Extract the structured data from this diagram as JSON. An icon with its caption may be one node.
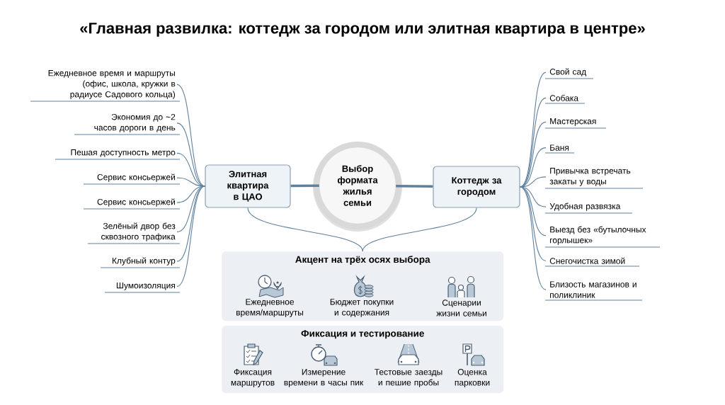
{
  "diagram": {
    "title": "«Главная развилка: коттедж за городом или элитная квартира в центре»",
    "nodes": [
      {
        "text": [
          "Выбор формата жилья семьи"
        ]
      },
      {
        "text": [
          "Элитная квартира в ЦАО"
        ]
      },
      {
        "text": [
          "Коттедж за городом"
        ]
      },
      {
        "text": [
          "Ежедневное время и маршруты (офис, школа, кружки в радиусе Садового кольца)"
        ]
      },
      {
        "text": [
          "Экономия до ~2 часов дороги в день"
        ]
      },
      {
        "text": [
          "Пешая доступность метро"
        ]
      },
      {
        "text": [
          "Сервис консьержей"
        ]
      },
      {
        "text": [
          "Сервис консьержей"
        ]
      },
      {
        "text": [
          "Зелёный двор без сквозного трафика"
        ]
      },
      {
        "text": [
          "Клубный контур"
        ]
      },
      {
        "text": [
          "Шумоизоляция"
        ]
      },
      {
        "text": [
          "Свой сад"
        ]
      },
      {
        "text": [
          "Собака"
        ]
      },
      {
        "text": [
          "Мастерская"
        ]
      },
      {
        "text": [
          "Баня"
        ]
      },
      {
        "text": [
          "Привычка встречать закаты у воды"
        ]
      },
      {
        "text": [
          "Удобная развязка"
        ]
      },
      {
        "text": [
          "Выезд без «бутылочных горлышек»"
        ]
      },
      {
        "text": [
          "Снегочистка зимой"
        ]
      },
      {
        "text": [
          "Близость магазинов и поликлиник"
        ]
      },
      {
        "text": [
          "Акцент на трёх осях выбора"
        ]
      },
      {
        "text": [
          "Фиксация и тестирование"
        ]
      }
    ],
    "edges": [
      {
        "from": 1,
        "to": 0,
        "arrow": "none",
        "style": "thick"
      },
      {
        "from": 0,
        "to": 2,
        "arrow": "none",
        "style": "thick"
      },
      {
        "from": 1,
        "to": 3,
        "arrow": "none"
      },
      {
        "from": 1,
        "to": 4,
        "arrow": "none"
      },
      {
        "from": 1,
        "to": 5,
        "arrow": "none"
      },
      {
        "from": 1,
        "to": 6,
        "arrow": "none"
      },
      {
        "from": 1,
        "to": 7,
        "arrow": "none"
      },
      {
        "from": 1,
        "to": 8,
        "arrow": "none"
      },
      {
        "from": 1,
        "to": 9,
        "arrow": "none"
      },
      {
        "from": 1,
        "to": 10,
        "arrow": "none"
      },
      {
        "from": 2,
        "to": 11,
        "arrow": "none"
      },
      {
        "from": 2,
        "to": 12,
        "arrow": "none"
      },
      {
        "from": 2,
        "to": 13,
        "arrow": "none"
      },
      {
        "from": 2,
        "to": 14,
        "arrow": "none"
      },
      {
        "from": 2,
        "to": 15,
        "arrow": "none"
      },
      {
        "from": 2,
        "to": 16,
        "arrow": "none"
      },
      {
        "from": 2,
        "to": 17,
        "arrow": "none"
      },
      {
        "from": 2,
        "to": 18,
        "arrow": "none"
      },
      {
        "from": 2,
        "to": 19,
        "arrow": "none"
      },
      {
        "from": 1,
        "to": 20,
        "arrow": "none"
      },
      {
        "from": 2,
        "to": 20,
        "arrow": "none"
      }
    ],
    "labels": [
      "Ежедневное время/маршруты",
      "Бюджет покупки и содержания",
      "Сценарии жизни семьи",
      "Фиксация маршрутов",
      "Измерение времени в часы пик",
      "Тестовые заезды и пешие пробы",
      "Оценка парковки"
    ]
  }
}
